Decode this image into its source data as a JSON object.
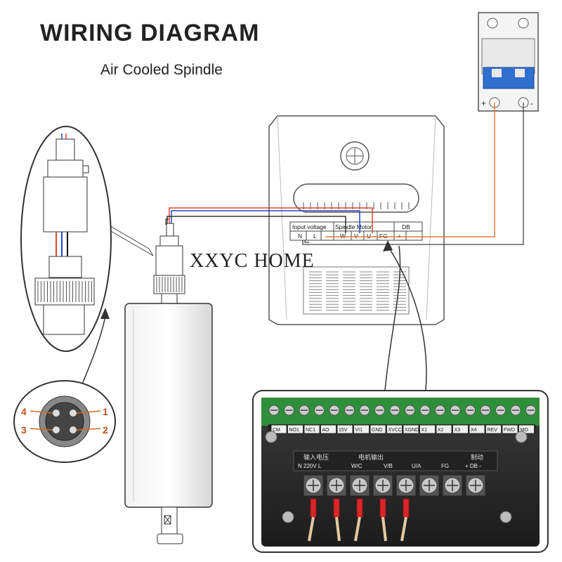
{
  "title": "WIRING DIAGRAM",
  "subtitle": "Air Cooled Spindle",
  "watermark": "XXYC HOME",
  "inverter": {
    "groups": [
      "Input voltage",
      "Spindle Motor",
      "DB"
    ],
    "terminals": [
      "N",
      "L",
      "W",
      "V",
      "U",
      "FG",
      "+",
      "-"
    ]
  },
  "breaker": {
    "plus": "+",
    "minus": "-"
  },
  "connector": {
    "pins": [
      "1",
      "2",
      "3",
      "4"
    ]
  },
  "terminal_board": {
    "top_labels": [
      "CM",
      "NO1",
      "NC1",
      "AO",
      "15V",
      "VI1",
      "GND",
      "XVCC",
      "XGND",
      "X1",
      "X2",
      "X3",
      "X4",
      "REV",
      "FWD",
      "MO"
    ],
    "power_headers": [
      "输入电压",
      "电机输出",
      "制动"
    ],
    "power_labels": [
      "N 220V L",
      "W/C",
      "V/B",
      "U/A",
      "FG",
      "+ DB -"
    ]
  },
  "colors": {
    "red_wire": "#e0422b",
    "blue_wire": "#2547c8",
    "black_wire": "#111111",
    "orange_wire": "#e07a3c",
    "green_board": "#2e8f3a",
    "breaker_blue": "#2f6fd0"
  }
}
